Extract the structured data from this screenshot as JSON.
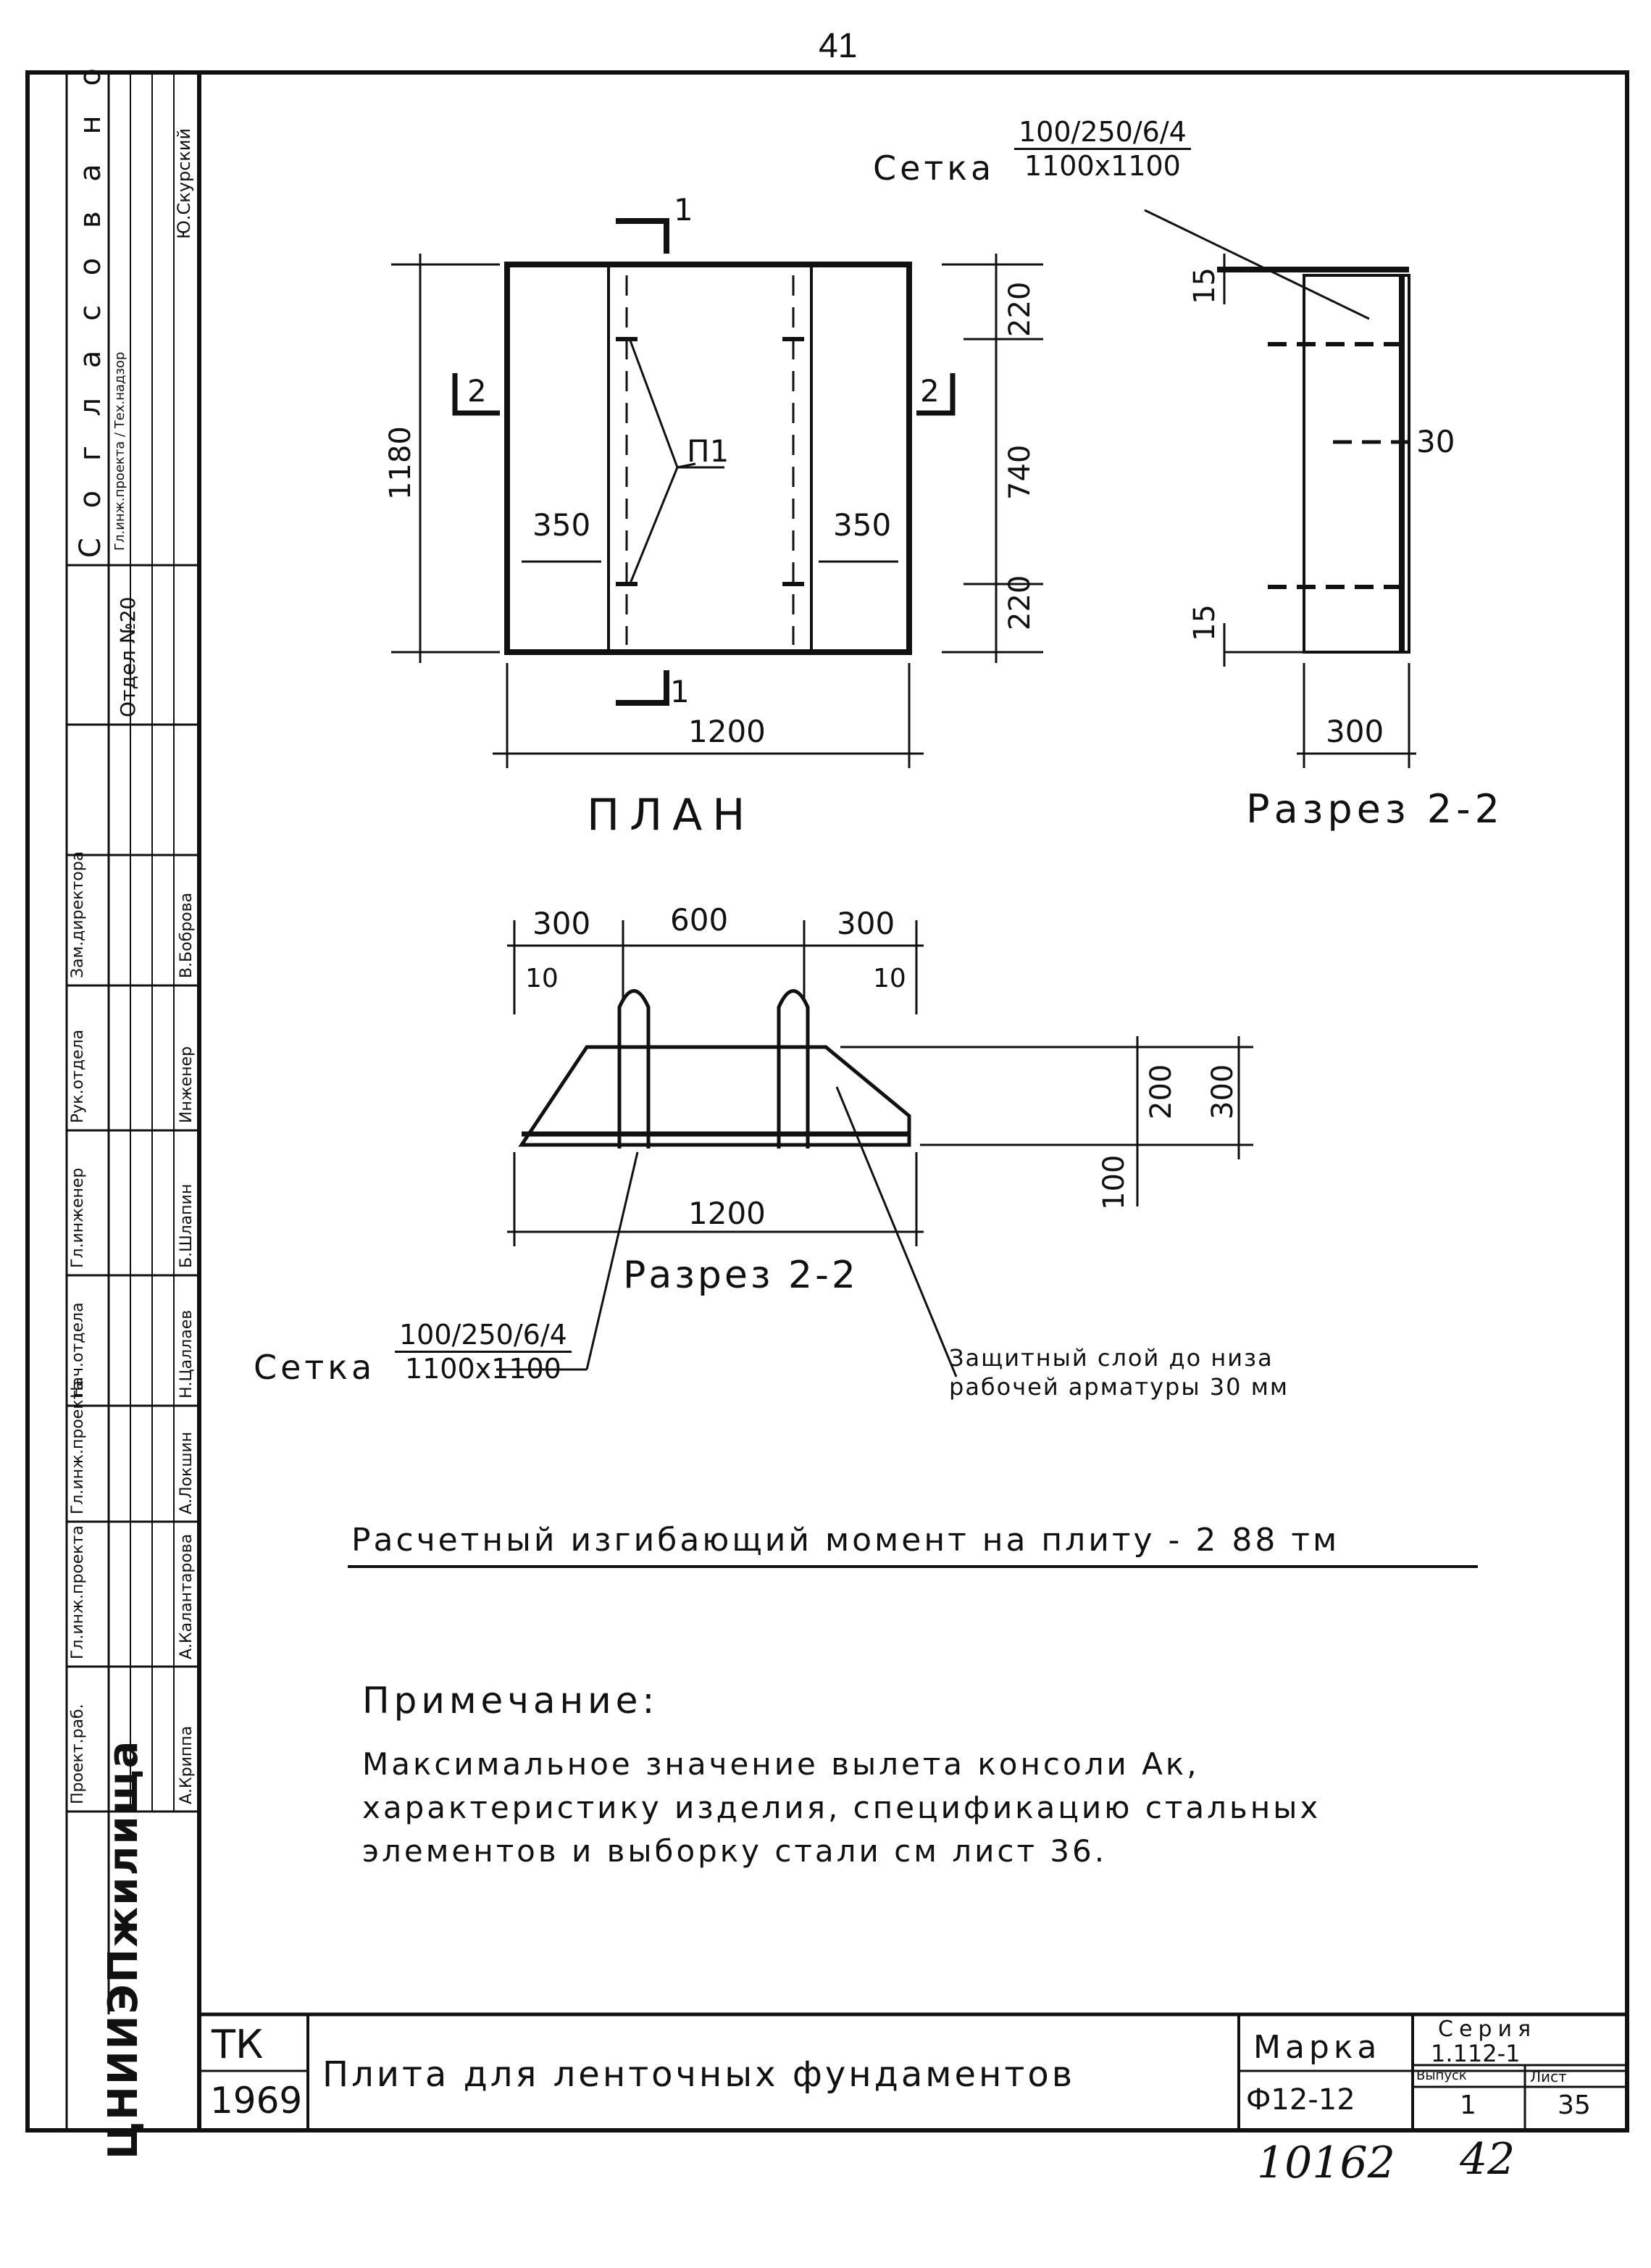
{
  "sheet_number_top": "41",
  "plan": {
    "label": "ПЛАН",
    "dim_width": "1200",
    "dim_height": "1180",
    "dim_left": "350",
    "dim_right": "350",
    "dim_top": "220",
    "dim_mid": "740",
    "dim_bottom": "220",
    "mark_loop": "П1",
    "cut_1_top": "1",
    "cut_1_bottom": "1",
    "cut_2_left": "2",
    "cut_2_right": "2"
  },
  "section_right": {
    "label": "Разрез 2-2",
    "dim_width": "300",
    "dim_top": "15",
    "dim_bottom": "15",
    "dim_right": "30"
  },
  "section_bottom": {
    "label": "Разрез 2-2",
    "dim_total": "1200",
    "dim_left": "300",
    "dim_mid": "600",
    "dim_right": "300",
    "dim_left_small": "10",
    "dim_right_small": "10",
    "dim_h_total": "300",
    "dim_h_top": "200",
    "dim_h_bottom": "100"
  },
  "mesh_top": {
    "word": "Сетка",
    "numerator": "100/250/6/4",
    "denominator": "1100x1100"
  },
  "mesh_bottom": {
    "word": "Сетка",
    "numerator": "100/250/6/4",
    "denominator": "1100x1100"
  },
  "protective_layer": [
    "Защитный слой до низа",
    "рабочей арматуры 30 мм"
  ],
  "moment": "Расчетный изгибающий момент на плиту - 2 88 тм",
  "note_heading": "Примечание:",
  "note_lines": [
    "Максимальное значение вылета консоли Ак,",
    "характеристику изделия, спецификацию стальных",
    "элементов и выборку стали см лист 36."
  ],
  "stamp": {
    "approved_title": "С о г л а с о в а н о",
    "dept": "Отдел №20",
    "roles_top": "Гл.инж.проекта / Тех.надзор",
    "name_top": "Ю.Скурский",
    "rows": [
      {
        "role": "Зам.директора",
        "name": "В.Боброва"
      },
      {
        "role": "Рук.отдела",
        "name": "Инженер"
      },
      {
        "role": "Гл.инженер",
        "name": "Б.Шлапин"
      },
      {
        "role": "Нач.отдела",
        "name": "Н.Цаллаев"
      },
      {
        "role": "Гл.инж.проекта",
        "name": "А.Локшин"
      },
      {
        "role": "Гл.инж.проекта",
        "name": "А.Калантарова"
      },
      {
        "role": "Проект.раб.",
        "name": "А.Криппа"
      }
    ],
    "org": "ЦНИИЭПжилища"
  },
  "title_block": {
    "tk": "ТК",
    "year": "1969",
    "title": "Плита для ленточных фундаментов",
    "marka_label": "Марка",
    "marka_value": "Ф12-12",
    "series_label": "Серия",
    "series_value": "1.112-1",
    "issue_label": "Выпуск",
    "issue_value": "1",
    "sheet_label": "Лист",
    "sheet_value": "35"
  },
  "footer_numbers": [
    "10162",
    "42"
  ]
}
